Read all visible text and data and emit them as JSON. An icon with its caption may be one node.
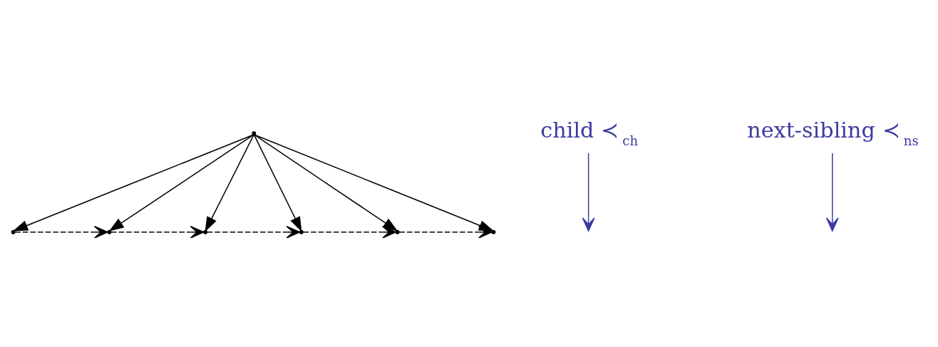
{
  "diagram": {
    "nodes": [
      {
        "text": [],
        "shape": "point"
      },
      {
        "text": [],
        "shape": "point"
      },
      {
        "text": [],
        "shape": "point"
      },
      {
        "text": [],
        "shape": "point"
      },
      {
        "text": [],
        "shape": "point"
      },
      {
        "text": [],
        "shape": "point"
      },
      {
        "text": [],
        "shape": "point"
      },
      {
        "text": [
          "child ≺$_{ch}$"
        ]
      },
      {
        "text": [
          "next-sibling ≺$_{ns}$"
        ]
      }
    ],
    "edges": [
      {
        "from": 0,
        "to": 1,
        "arrow": "to"
      },
      {
        "from": 0,
        "to": 2,
        "arrow": "to"
      },
      {
        "from": 0,
        "to": 3,
        "arrow": "to"
      },
      {
        "from": 0,
        "to": 4,
        "arrow": "to"
      },
      {
        "from": 0,
        "to": 5,
        "arrow": "to"
      },
      {
        "from": 0,
        "to": 6,
        "arrow": "to"
      },
      {
        "from": 1,
        "to": 2,
        "arrow": "to",
        "style": "dashed"
      },
      {
        "from": 2,
        "to": 3,
        "arrow": "to",
        "style": "dashed"
      },
      {
        "from": 3,
        "to": 4,
        "arrow": "to",
        "style": "dashed"
      },
      {
        "from": 4,
        "to": 5,
        "arrow": "to",
        "style": "dashed"
      },
      {
        "from": 5,
        "to": 6,
        "arrow": "to",
        "style": "dashed"
      },
      {
        "from": 7,
        "to": null,
        "arrow": "to",
        "color": "#3c3ca0"
      },
      {
        "from": 8,
        "to": null,
        "arrow": "to",
        "color": "#3c3ca0"
      }
    ]
  }
}
